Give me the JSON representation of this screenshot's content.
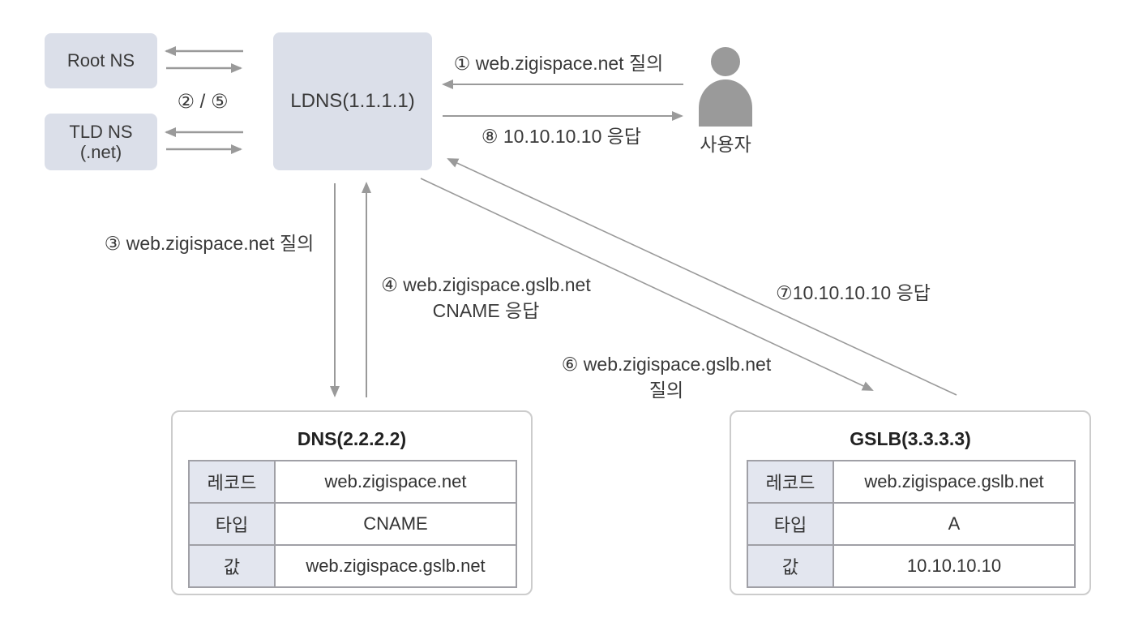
{
  "diagram": {
    "nodes": {
      "root_ns": {
        "label": "Root NS"
      },
      "tld_ns": {
        "label": "TLD NS",
        "sublabel": "(.net)"
      },
      "ldns": {
        "label": "LDNS(1.1.1.1)"
      },
      "user": {
        "label": "사용자"
      }
    },
    "edge_labels": {
      "step1": "① web.zigispace.net 질의",
      "step2_5": "② / ⑤",
      "step3": "③ web.zigispace.net 질의",
      "step4_line1": "④ web.zigispace.gslb.net",
      "step4_line2": "CNAME 응답",
      "step6_line1": "⑥ web.zigispace.gslb.net",
      "step6_line2": "질의",
      "step7": "⑦10.10.10.10 응답",
      "step8": "⑧ 10.10.10.10 응답"
    },
    "tables": {
      "dns": {
        "title": "DNS(2.2.2.2)",
        "rows": [
          {
            "label": "레코드",
            "value": "web.zigispace.net"
          },
          {
            "label": "타입",
            "value": "CNAME"
          },
          {
            "label": "값",
            "value": "web.zigispace.gslb.net"
          }
        ]
      },
      "gslb": {
        "title": "GSLB(3.3.3.3)",
        "rows": [
          {
            "label": "레코드",
            "value": "web.zigispace.gslb.net"
          },
          {
            "label": "타입",
            "value": "A"
          },
          {
            "label": "값",
            "value": "10.10.10.10"
          }
        ]
      }
    },
    "colors": {
      "node_fill": "#dbdfe9",
      "table_header_fill": "#e3e6ef",
      "table_outer_border": "#cccccc",
      "table_inner_border": "#a0a0a6",
      "arrow": "#9a9a9a",
      "user_icon": "#9a9a9a",
      "text": "#3a3a3a"
    }
  }
}
